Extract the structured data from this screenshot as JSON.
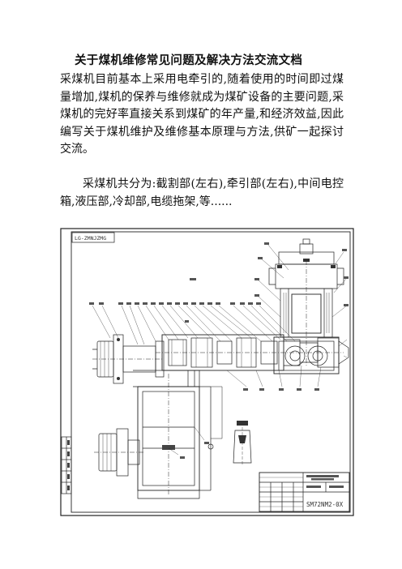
{
  "document": {
    "title": "关于煤机维修常见问题及解决方法交流文档",
    "paragraphs": [
      "采煤机目前基本上采用电牵引的,随着使用的时间即过煤量增加,煤机的保养与维修就成为煤矿设备的主要问题,采煤机的完好率直接关系到煤矿的年产量,和经济效益,因此编写关于煤机维护及维修基本原理与方法,供矿一起探讨交流。",
      "采煤机共分为:截割部(左右),牵引部(左右),中间电控箱,液压部,冷却部,电缆拖架,等......"
    ]
  },
  "drawing": {
    "corner_code": "LG-ZMNJZMG",
    "title_block_code": "SM72NM2-0X",
    "colors": {
      "line": "#222222",
      "paper": "#ffffff"
    }
  }
}
